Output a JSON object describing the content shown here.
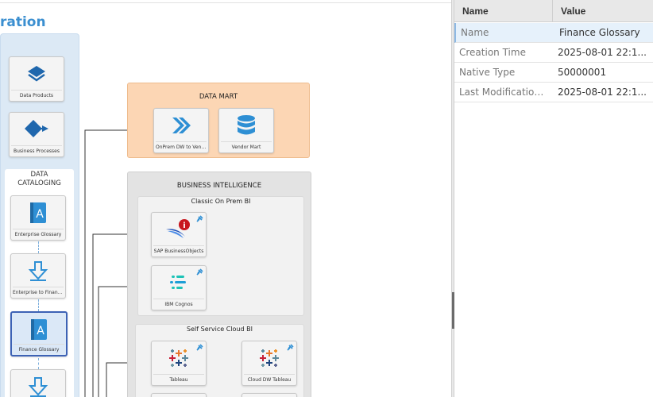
{
  "diagram": {
    "title": "ration",
    "left_nodes": [
      {
        "label": "Data Products",
        "icon": "layers-icon"
      },
      {
        "label": "Business Processes",
        "icon": "process-icon"
      }
    ],
    "cataloging": {
      "title": "DATA CATALOGING",
      "nodes": [
        {
          "label": "Enterprise Glossary",
          "icon": "glossary-book-icon"
        },
        {
          "label": "Enterprise to Financ...",
          "icon": "down-arrow-mapping-icon"
        },
        {
          "label": "Finance Glossary",
          "icon": "glossary-book-icon",
          "selected": true
        },
        {
          "label": "",
          "icon": "down-arrow-mapping-icon"
        }
      ]
    },
    "data_mart": {
      "title": "DATA MART",
      "nodes": [
        {
          "label": "OnPrem DW to Vend...",
          "icon": "forward-arrows-icon"
        },
        {
          "label": "Vendor Mart",
          "icon": "database-icon"
        }
      ]
    },
    "business_intelligence": {
      "title": "BUSINESS INTELLIGENCE",
      "classic": {
        "title": "Classic On Prem BI",
        "nodes": [
          {
            "label": "SAP BusinessObjects",
            "icon": "sap-businessobjects-icon"
          },
          {
            "label": "IBM Cognos",
            "icon": "ibm-cognos-icon"
          }
        ]
      },
      "cloud": {
        "title": "Self Service Cloud BI",
        "nodes": [
          {
            "label": "Tableau",
            "icon": "tableau-icon"
          },
          {
            "label": "Cloud DW Tableau",
            "icon": "tableau-icon"
          }
        ]
      }
    }
  },
  "properties": {
    "headers": {
      "name": "Name",
      "value": "Value"
    },
    "rows": [
      {
        "key": "Name",
        "value": "Finance Glossary"
      },
      {
        "key": "Creation Time",
        "value": "2025-08-01 22:1..."
      },
      {
        "key": "Native Type",
        "value": "50000001"
      },
      {
        "key": "Last Modification...",
        "value": "2025-08-01 22:1..."
      }
    ]
  },
  "colors": {
    "accent": "#3b8fd0",
    "selection_border": "#3d62b5",
    "data_mart_bg": "#fcd6b4",
    "bi_bg": "#e3e3e3"
  }
}
